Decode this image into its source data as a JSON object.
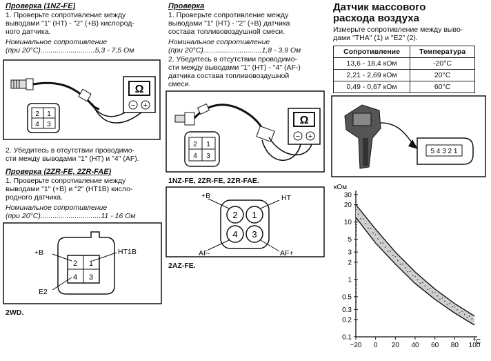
{
  "col1": {
    "check1_title": "Проверка (1NZ-FE)",
    "check1_lines": [
      "1. Проверьте сопротивление между",
      "выводами \"1\" (HT) - \"2\" (+B) кислород-",
      "ного датчика."
    ],
    "nominal_label": "Номинальное сопротивление",
    "nominal1_prefix": "(при 20°C)",
    "nominal1_dots": "...........................",
    "nominal1_value": "5,3 - 7,5 Ом",
    "step2_lines": [
      "2. Убедитесь в отсутствии проводимо-",
      "сти между выводами \"1\" (HT) и \"4\" (AF)."
    ],
    "check2_title": "Проверка (2ZR-FE, 2ZR-FAE)",
    "check2_lines": [
      "1. Проверьте сопротивление между",
      "выводами \"1\" (+B) и \"2\" (HT1B) кисло-",
      "родного датчика."
    ],
    "nominal2_label": "Номинальное сопротивление",
    "nominal2_prefix": "(при 20°C)",
    "nominal2_dots": "..............................",
    "nominal2_value": "11 - 16 Ом",
    "connector_labels": {
      "plus_b": "+B",
      "ht1b": "HT1B",
      "e2": "E2"
    },
    "pins": [
      "2",
      "1",
      "4",
      "3"
    ],
    "caption": "2WD."
  },
  "col2": {
    "check_title": "Проверка",
    "lines1": [
      "1. Проверьте сопротивление между",
      "выводами \"1\" (HT) - \"2\" (+B) датчика",
      "состава топливовоздушной смеси."
    ],
    "nominal_label": "Номинальное сопротивление",
    "nominal_prefix": "(при 20°C)",
    "nominal_dots": ".............................",
    "nominal_value": "1,8 - 3,9 Ом",
    "lines2": [
      "2. Убедитесь в отсутствии проводимо-",
      "сти между выводами \"1\" (HT) - \"4\" (AF-)",
      "датчика состава топливовоздушной",
      "смеси."
    ],
    "caption1": "1NZ-FE, 2ZR-FE, 2ZR-FAE.",
    "pins": [
      "2",
      "1",
      "4",
      "3"
    ],
    "connector_labels": {
      "plus_b": "+B",
      "ht": "HT",
      "af_minus": "AF-",
      "af_plus": "AF+"
    },
    "caption2": "2AZ-FE."
  },
  "meter": {
    "omega": "Ω",
    "minus": "−",
    "plus": "+"
  },
  "col3": {
    "title_line1": "Датчик массового",
    "title_line2": "расхода воздуха",
    "intro_line1": "Измерьте сопротивление между выво-",
    "intro_line2": "дами \"THA\" (1) и \"E2\" (2).",
    "table": {
      "headers": [
        "Сопротивление",
        "Температура"
      ],
      "rows": [
        [
          "13,6 - 18,4 кОм",
          "-20°C"
        ],
        [
          "2,21 - 2,69 кОм",
          "20°C"
        ],
        [
          "0,49 - 0,67 кОм",
          "60°C"
        ]
      ]
    },
    "maf_pins": "5 4 3 2 1"
  },
  "chart_data": {
    "type": "area",
    "ylabel": "кОм",
    "xlabel": "°C",
    "y_scale": "log",
    "xlim": [
      -20,
      100
    ],
    "ylim": [
      0.1,
      30
    ],
    "x_ticks": [
      "−20",
      "0",
      "20",
      "40",
      "60",
      "80",
      "100"
    ],
    "y_ticks": [
      "30",
      "20",
      "10",
      "5",
      "3",
      "2",
      "1",
      "0.5",
      "0.3",
      "0.2",
      "0.1"
    ],
    "series": [
      {
        "name": "",
        "x": [
          -20,
          0,
          20,
          40,
          60,
          80,
          100
        ],
        "values": [
          20,
          7.5,
          3.0,
          1.35,
          0.68,
          0.38,
          0.23
        ]
      },
      {
        "name": "",
        "x": [
          -20,
          0,
          20,
          40,
          60,
          80,
          100
        ],
        "values": [
          12,
          4.3,
          1.85,
          0.85,
          0.45,
          0.26,
          0.16
        ]
      }
    ]
  }
}
